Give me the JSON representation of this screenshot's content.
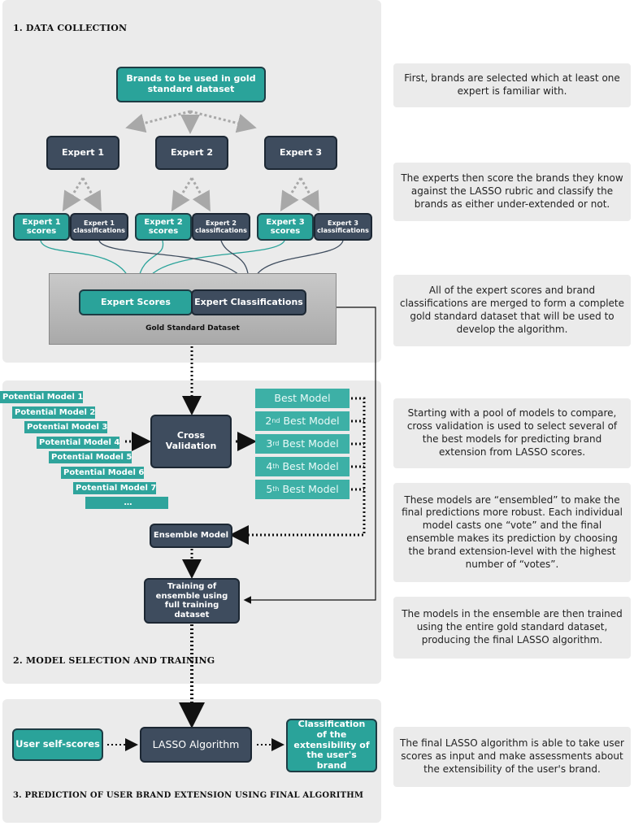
{
  "sections": {
    "s1": "1. DATA COLLECTION",
    "s2": "2. MODEL SELECTION AND TRAINING",
    "s3": "3. PREDICTION OF USER BRAND EXTENSION USING FINAL ALGORITHM"
  },
  "collection": {
    "brands": "Brands to be used in gold standard dataset",
    "experts": [
      "Expert 1",
      "Expert 2",
      "Expert 3"
    ],
    "scores": [
      "Expert 1 scores",
      "Expert 2 scores",
      "Expert 3 scores"
    ],
    "classifications": [
      "Expert 1 classifications",
      "Expert 2 classifications",
      "Expert 3 classifications"
    ],
    "gold_scores": "Expert Scores",
    "gold_classifications": "Expert Classifications",
    "gold_label": "Gold Standard Dataset"
  },
  "selection": {
    "potential_models": [
      "Potential Model 1",
      "Potential Model 2",
      "Potential Model 3",
      "Potential Model 4",
      "Potential Model 5",
      "Potential Model 6",
      "Potential Model 7",
      "…"
    ],
    "cross_validation": "Cross Validation",
    "best_models": [
      {
        "sup": "",
        "label": "Best Model"
      },
      {
        "sup": "nd",
        "label": "2",
        "rest": "Best Model"
      },
      {
        "sup": "rd",
        "label": "3",
        "rest": "Best Model"
      },
      {
        "sup": "th",
        "label": "4",
        "rest": "Best Model"
      },
      {
        "sup": "th",
        "label": "5",
        "rest": "Best Model"
      }
    ],
    "ensemble": "Ensemble Model",
    "training": "Training of ensemble using full training dataset"
  },
  "prediction": {
    "user_scores": "User self-scores",
    "algorithm": "LASSO Algorithm",
    "classification": "Classification of the extensibility of the user's brand"
  },
  "notes": [
    "First, brands are selected which at least one expert is familiar with.",
    "The experts then score the brands they know against the LASSO rubric and classify the brands as either under-extended or not.",
    "All of the expert scores and brand classifications are merged to form a complete gold standard dataset that will be used to develop the algorithm.",
    "Starting with a pool of models to compare, cross validation is used to select several of the best models for predicting brand extension from LASSO scores.",
    "These models are “ensembled” to make the final predictions more robust. Each individual model casts one “vote” and the final ensemble makes its prediction by choosing the brand extension-level with the highest number of “votes”.",
    "The models in the ensemble are then trained using the entire gold standard dataset, producing the final LASSO algorithm.",
    "The final LASSO algorithm is able to take user scores as input and make assessments about the extensibility of the user's brand."
  ],
  "colors": {
    "teal": "#2aa39a",
    "navy": "#3e4c5e",
    "panel": "#ebebeb"
  }
}
